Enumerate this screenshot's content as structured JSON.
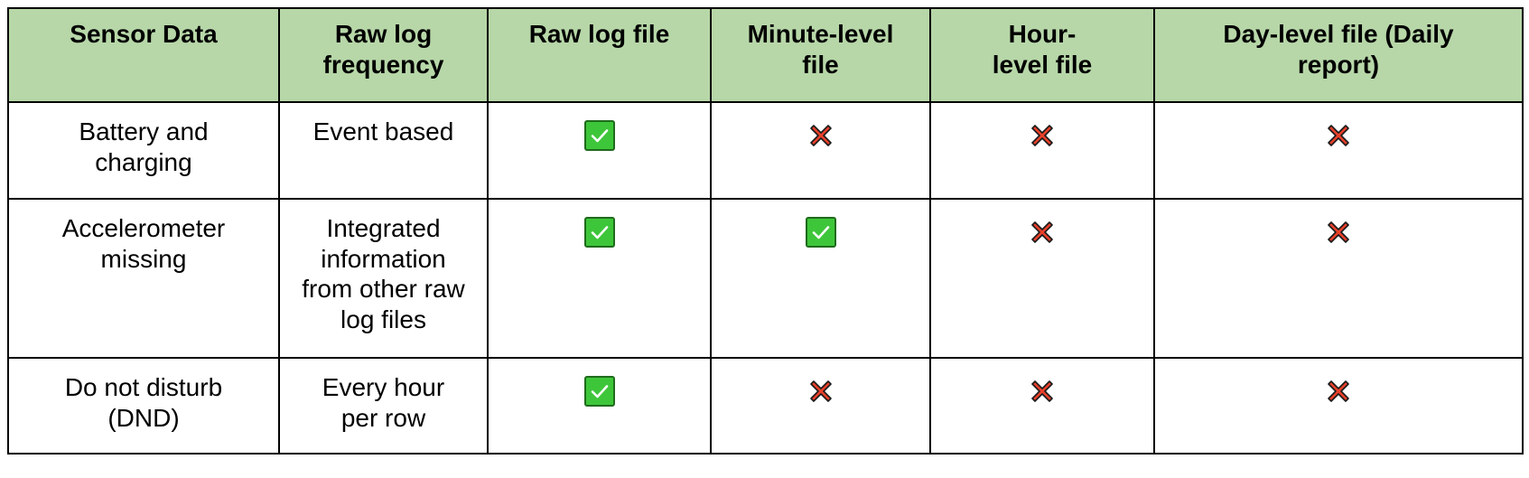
{
  "headers": [
    "Sensor Data",
    "Raw log frequency",
    "Raw log file",
    "Minute-level file",
    "Hour-level file",
    "Day-level file (Daily report)"
  ],
  "rows": [
    {
      "sensor": "Battery and charging",
      "frequency": "Event based",
      "raw_log_file": "check-icon",
      "minute_level_file": "cross-icon",
      "hour_level_file": "cross-icon",
      "day_level_file": "cross-icon"
    },
    {
      "sensor": "Accelerometer missing",
      "frequency": "Integrated information from other raw log files",
      "raw_log_file": "check-icon",
      "minute_level_file": "check-icon",
      "hour_level_file": "cross-icon",
      "day_level_file": "cross-icon"
    },
    {
      "sensor": "Do not disturb (DND)",
      "frequency": "Every hour per row",
      "raw_log_file": "check-icon",
      "minute_level_file": "cross-icon",
      "hour_level_file": "cross-icon",
      "day_level_file": "cross-icon"
    }
  ],
  "colors": {
    "header_bg": "#b7d7a8",
    "check_green": "#3ec63a",
    "cross_red": "#e8402a",
    "border": "#000000"
  }
}
